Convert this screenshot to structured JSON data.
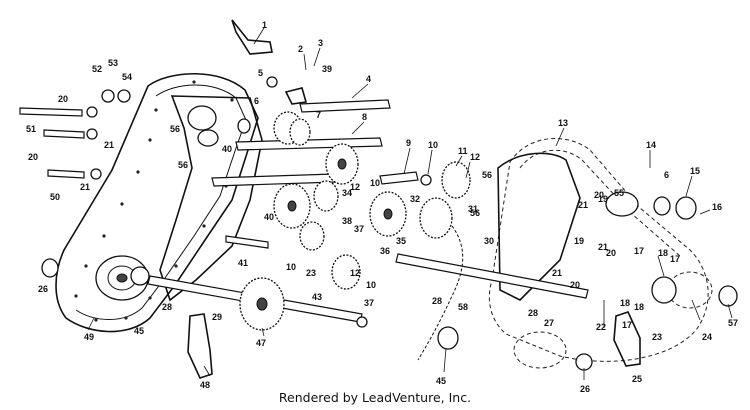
{
  "credit": "Rendered by LeadVenture, Inc.",
  "part_numbers": [
    "1",
    "2",
    "3",
    "4",
    "5",
    "6",
    "7",
    "8",
    "9",
    "10",
    "11",
    "12",
    "13",
    "14",
    "15",
    "16",
    "17",
    "18",
    "19",
    "20",
    "21",
    "22",
    "23",
    "24",
    "25",
    "26",
    "27",
    "28",
    "29",
    "30",
    "31",
    "32",
    "34",
    "35",
    "36",
    "37",
    "38",
    "39",
    "40",
    "41",
    "43",
    "45",
    "47",
    "48",
    "49",
    "50",
    "51",
    "52",
    "53",
    "54",
    "55",
    "56",
    "57",
    "58"
  ]
}
